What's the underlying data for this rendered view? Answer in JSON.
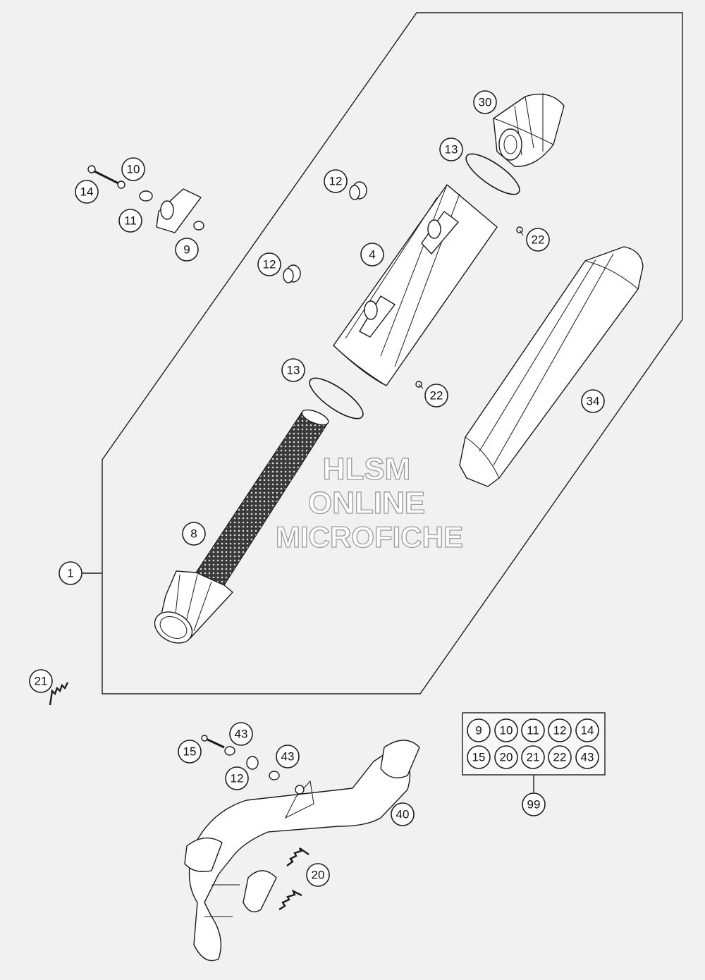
{
  "watermark": {
    "line1": "HLSM",
    "line2": "ONLINE",
    "line3": "MICROFICHE"
  },
  "callouts": {
    "c30": "30",
    "c13a": "13",
    "c12a": "12",
    "c10": "10",
    "c14": "14",
    "c11": "11",
    "c9": "9",
    "c22a": "22",
    "c12b": "12",
    "c4": "4",
    "c13b": "13",
    "c22b": "22",
    "c34": "34",
    "c8": "8",
    "c1": "1",
    "c21": "21",
    "c43a": "43",
    "c15": "15",
    "c43b": "43",
    "c12c": "12",
    "c40": "40",
    "c20": "20",
    "c99": "99"
  },
  "kit": {
    "row1": [
      "9",
      "10",
      "11",
      "12",
      "14"
    ],
    "row2": [
      "15",
      "20",
      "21",
      "22",
      "43"
    ]
  },
  "colors": {
    "background": "#f1f1f1",
    "line": "#1e1e1e"
  }
}
